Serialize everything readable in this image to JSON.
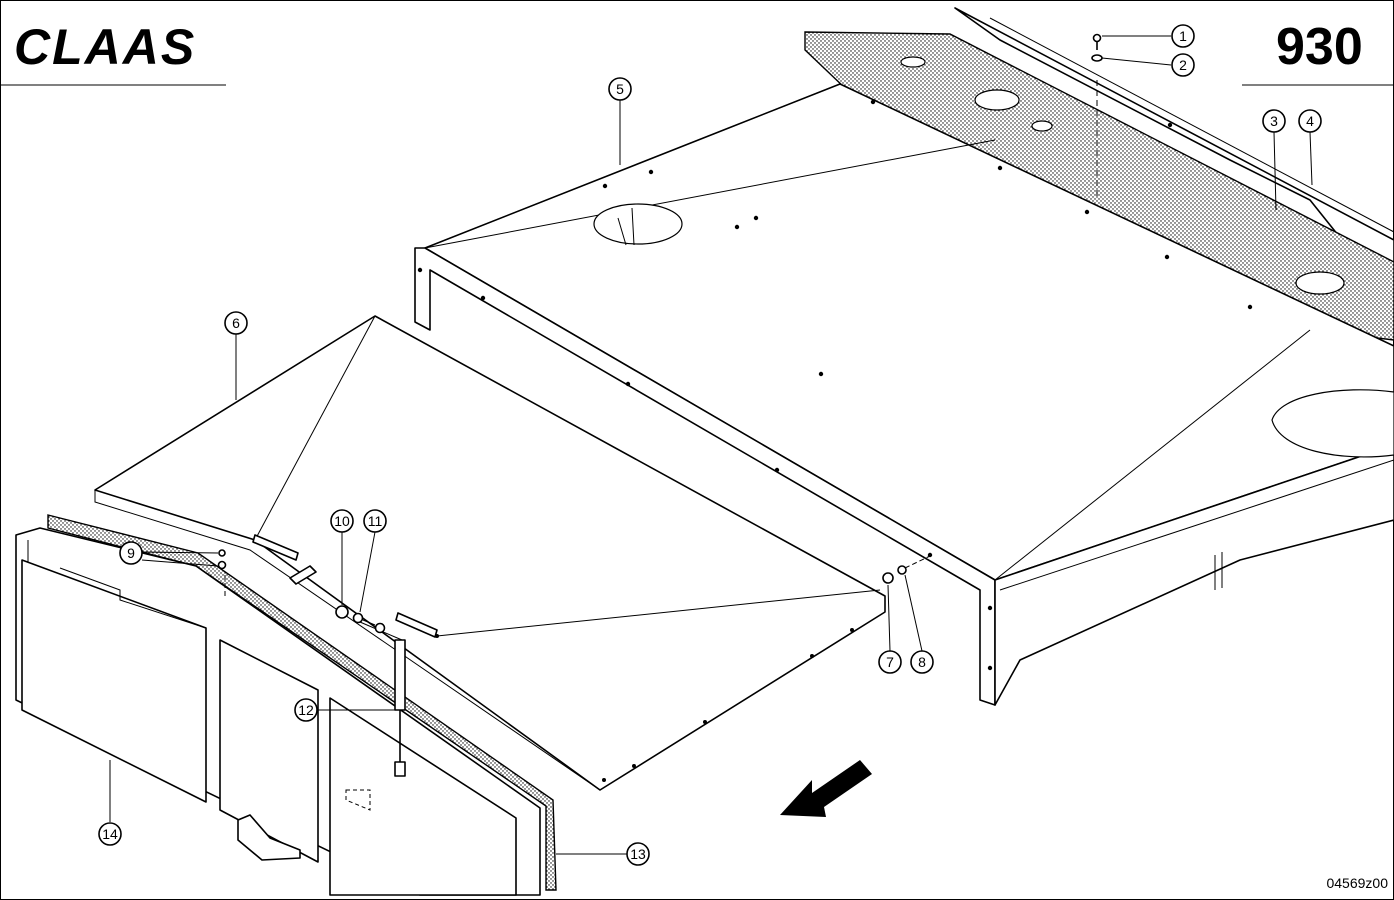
{
  "header": {
    "brand": "CLAAS",
    "page_number": "930"
  },
  "drawing_number": "04569z00",
  "callouts": [
    {
      "label": "1"
    },
    {
      "label": "2"
    },
    {
      "label": "3"
    },
    {
      "label": "4"
    },
    {
      "label": "5"
    },
    {
      "label": "6"
    },
    {
      "label": "7"
    },
    {
      "label": "8"
    },
    {
      "label": "9"
    },
    {
      "label": "10"
    },
    {
      "label": "11"
    },
    {
      "label": "12"
    },
    {
      "label": "13"
    },
    {
      "label": "14"
    }
  ]
}
